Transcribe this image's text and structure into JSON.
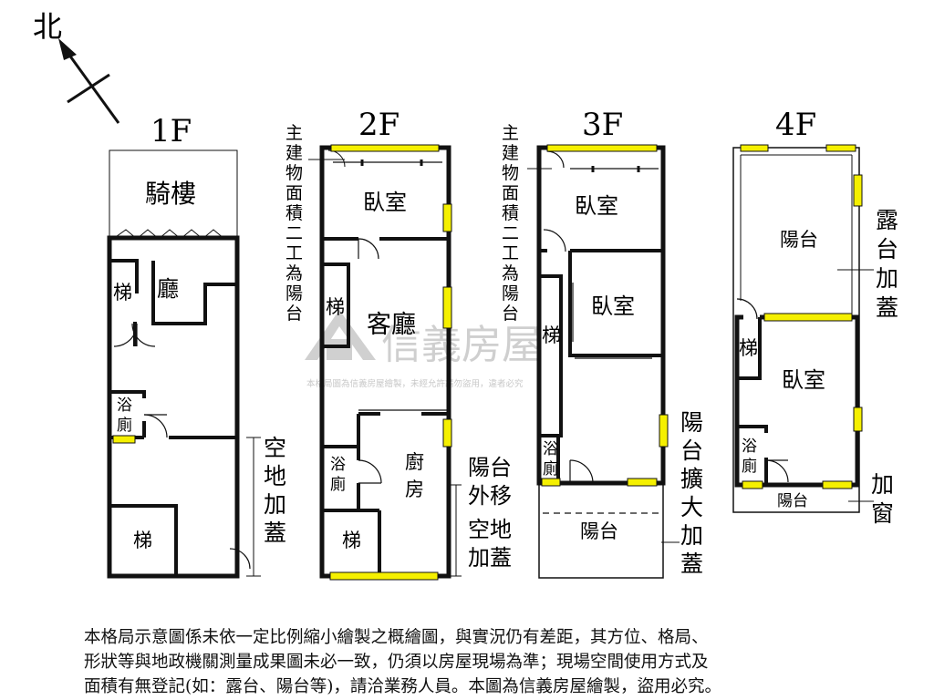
{
  "compass": {
    "label": "北"
  },
  "floors": {
    "f1": {
      "label": "1F",
      "arcade": "騎樓",
      "hall": "廳",
      "stair_a": "梯",
      "bath": "浴\n廁",
      "stair_b": "梯"
    },
    "f2": {
      "label": "2F",
      "bedroom": "臥室",
      "living": "客廳",
      "stair_a": "梯",
      "bath": "浴\n廁",
      "kitchen": "廚\n房",
      "stair_b": "梯"
    },
    "f3": {
      "label": "3F",
      "bedroom_a": "臥室",
      "bedroom_b": "臥室",
      "stair": "梯",
      "bath": "浴\n廁",
      "balcony": "陽台"
    },
    "f4": {
      "label": "4F",
      "balcony_top": "陽台",
      "bedroom": "臥室",
      "stair": "梯",
      "bath": "浴\n廁",
      "balcony_bottom": "陽台"
    }
  },
  "annotations": {
    "a1f": "空\n地\n加\n蓋",
    "a2f_note": "主\n建\n物\n面\n積\n二\n工\n為\n陽\n台",
    "a2f_right_1": "陽台\n外移",
    "a2f_right_2": "空地\n加蓋",
    "a3f_note": "主\n建\n物\n面\n積\n二\n工\n為\n陽\n台",
    "a3f_right": "陽\n台\n擴\n大\n加\n蓋",
    "a4f_top": "露\n台\n加\n蓋",
    "a4f_bottom": "加\n窗"
  },
  "watermark": {
    "brand": "信義房屋",
    "notice": "本格局圖為信義房屋繪製，未經允許請勿盜用，違者必究"
  },
  "disclaimer": {
    "line1": "本格局示意圖係未依一定比例縮小繪製之概繪圖，與實況仍有差距，其方位、格局、",
    "line2": "形狀等與地政機關測量成果圖未必一致，仍須以房屋現場為準；現場空間使用方式及",
    "line3": "面積有無登記(如：露台、陽台等)，請洽業務人員。本圖為信義房屋繪製，盜用必究。"
  },
  "colors": {
    "wall": "#111111",
    "window": "#f5f000",
    "watermark": "#cfcfcf"
  }
}
